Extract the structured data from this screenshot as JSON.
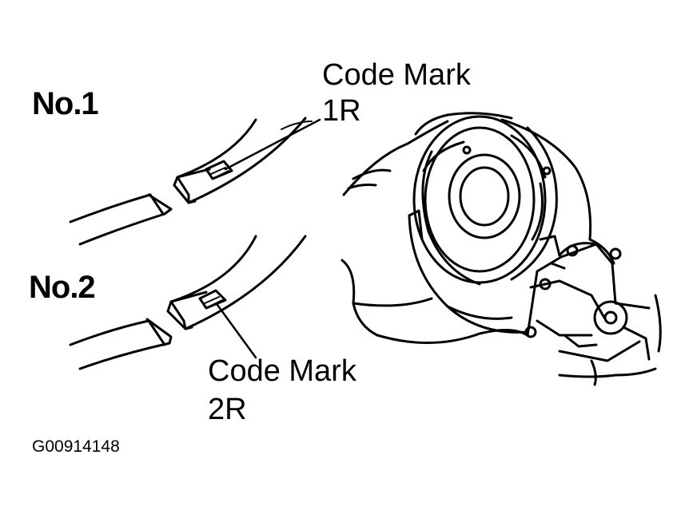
{
  "figure": {
    "id": "G00914148",
    "rings": [
      {
        "name": "No.1",
        "code_label": "Code Mark",
        "code_value": "1R"
      },
      {
        "name": "No.2",
        "code_label": "Code Mark",
        "code_value": "2R"
      }
    ]
  },
  "colors": {
    "ink": "#000000",
    "paper": "#ffffff"
  }
}
